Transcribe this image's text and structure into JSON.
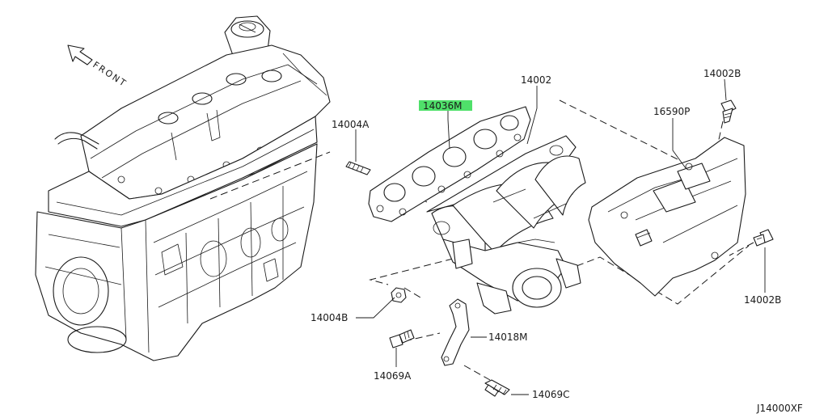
{
  "diagram": {
    "front_label": "FRONT",
    "drawing_number": "J14000XF",
    "highlight_color": "#4fe06a",
    "parts": [
      {
        "label": "14036M",
        "highlighted": true
      },
      {
        "label": "14002"
      },
      {
        "label": "14002B"
      },
      {
        "label": "16590P"
      },
      {
        "label": "14004A"
      },
      {
        "label": "14004B"
      },
      {
        "label": "14018M"
      },
      {
        "label": "14069A"
      },
      {
        "label": "14069C"
      },
      {
        "label": "14002B"
      }
    ]
  }
}
